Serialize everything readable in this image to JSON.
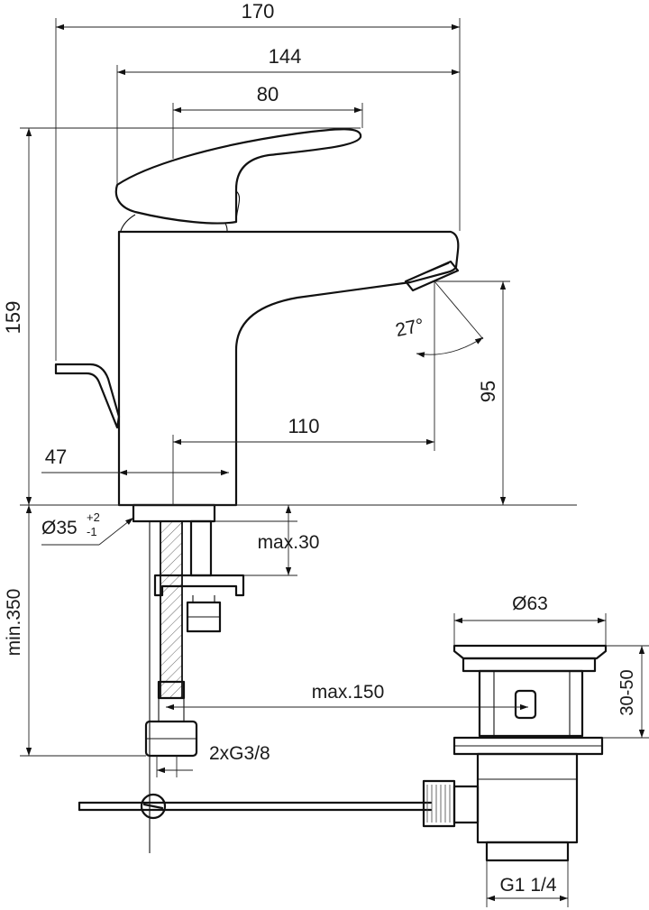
{
  "dimensions": {
    "overall_length": "170",
    "body_length": "144",
    "handle_length": "80",
    "total_height": "159",
    "spout_height": "95",
    "spout_reach": "110",
    "base_offset": "47",
    "tilt_angle": "27°",
    "hole_diameter": "Ø35",
    "hole_tolerance_plus": "+2",
    "hole_tolerance_minus": "-1",
    "max_deck_thickness": "max.30",
    "min_hose_length": "min.350",
    "max_rod_length": "max.150",
    "connection_thread": "2xG3/8",
    "waste_diameter": "Ø63",
    "waste_height_range": "30-50",
    "waste_thread": "G1 1/4"
  }
}
